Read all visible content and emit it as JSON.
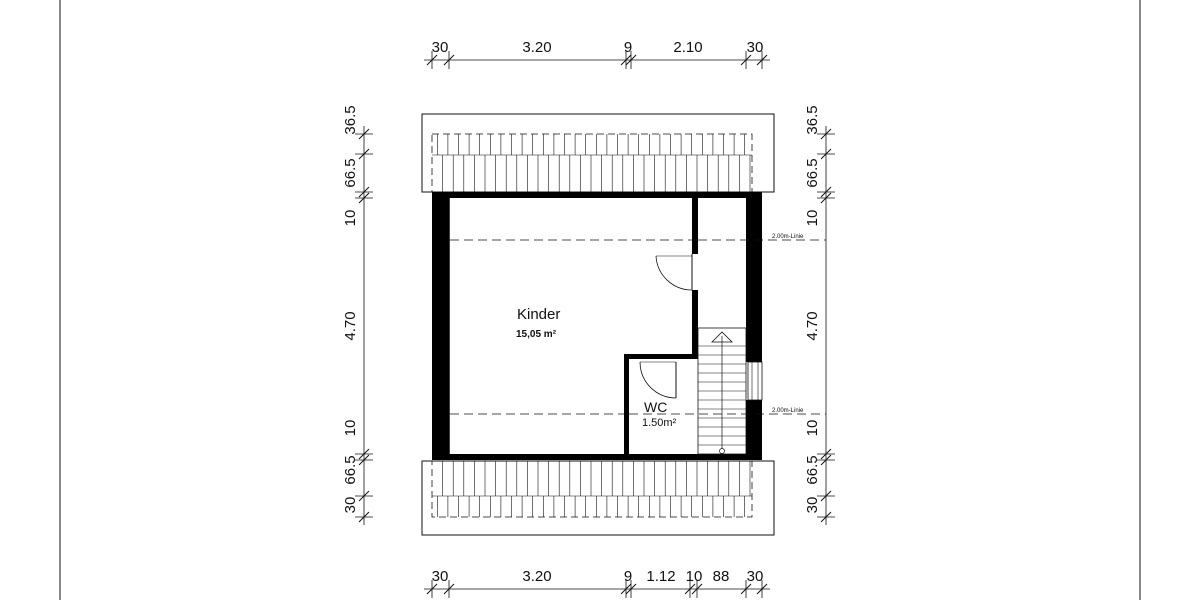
{
  "dimensions": {
    "top": [
      "30",
      "3.20",
      "9",
      "2.10",
      "30"
    ],
    "bottom": [
      "30",
      "3.20",
      "9",
      "1.12",
      "10",
      "88",
      "30"
    ],
    "left": [
      "36.5",
      "66.5",
      "10",
      "4.70",
      "10",
      "66.5",
      "30"
    ],
    "right": [
      "36.5",
      "66.5",
      "10",
      "4.70",
      "10",
      "66.5",
      "30"
    ]
  },
  "rooms": {
    "kinder": {
      "name": "Kinder",
      "area": "15,05 m²"
    },
    "wc": {
      "name": "WC",
      "area": "1.50m²"
    }
  },
  "notes": {
    "line_upper": "2.00m-Linie",
    "line_lower": "2.00m-Linie"
  },
  "colors": {
    "ink": "#111111",
    "wall": "#000000",
    "paper": "#ffffff"
  }
}
